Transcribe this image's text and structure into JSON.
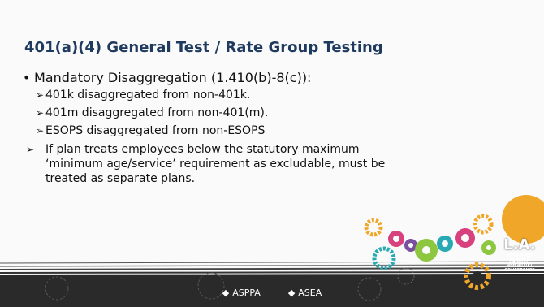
{
  "slide": {
    "title": "401(a)(4) General Test / Rate Group Testing",
    "main_bullet": "Mandatory Disaggregation (1.410(b)-8(c)):",
    "sub_bullets": [
      "401k disaggregated from non-401k.",
      "401m disaggregated from non-401(m).",
      "ESOPS disaggregated from non-ESOPS",
      "If plan treats employees below the statutory maximum ‘minimum age/service’ requirement as excludable, must be treated as separate plans."
    ]
  },
  "footer": {
    "logos": [
      "ASPPA",
      "ASEA"
    ]
  },
  "badge": {
    "la": "L.A.",
    "lines": [
      "ADVANCED",
      "PENSION",
      "and 401(k)",
      "CONFERENCE"
    ]
  },
  "colors": {
    "title": "#1f3a5f",
    "footer": "#2a2a2a",
    "gear_orange": "#f0a629",
    "gear_pink": "#d6417e",
    "gear_green": "#8dc63f",
    "gear_teal": "#29a9b3",
    "gear_purple": "#7b4fa0"
  },
  "icons": [
    "gear-icon",
    "aspa-swoosh-icon"
  ]
}
